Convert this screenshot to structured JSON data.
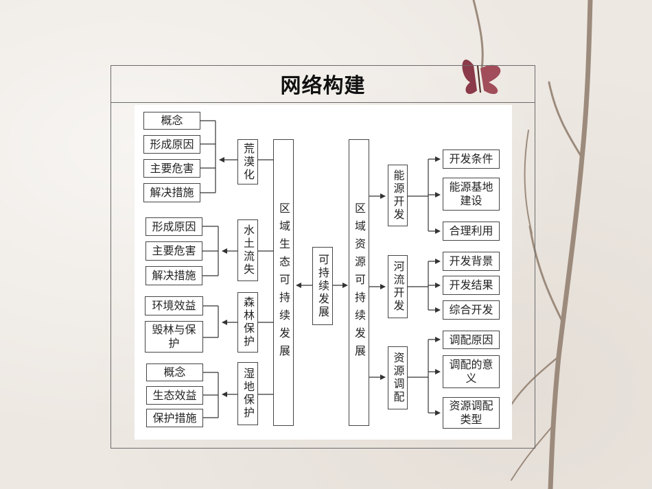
{
  "title": "网络构建",
  "center": "可持续发展",
  "left_main": "区域生态可持续发展",
  "right_main": "区域资源可持续发展",
  "left_groups": [
    {
      "label": "荒漠化",
      "items": [
        "概念",
        "形成原因",
        "主要危害",
        "解决措施"
      ]
    },
    {
      "label": "水土流失",
      "items": [
        "形成原因",
        "主要危害",
        "解决措施"
      ]
    },
    {
      "label": "森林保护",
      "items": [
        "环境效益",
        "毁林与保护"
      ]
    },
    {
      "label": "湿地保护",
      "items": [
        "概念",
        "生态效益",
        "保护措施"
      ]
    }
  ],
  "right_groups": [
    {
      "label": "能源开发",
      "items": [
        "开发条件",
        "能源基地建设",
        "合理利用"
      ]
    },
    {
      "label": "河流开发",
      "items": [
        "开发背景",
        "开发结果",
        "综合开发"
      ]
    },
    {
      "label": "资源调配",
      "items": [
        "调配原因",
        "调配的意义",
        "资源调配类型"
      ]
    }
  ]
}
